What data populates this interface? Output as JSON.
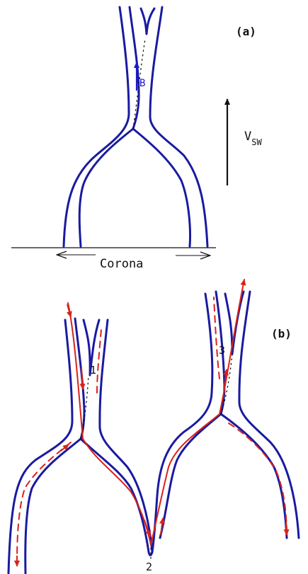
{
  "panel_a": {
    "label": "(a)",
    "field_label": "B",
    "velocity_label": "V",
    "velocity_subscript": "SW",
    "surface_label": "Corona"
  },
  "panel_b": {
    "label": "(b)",
    "points": [
      "1",
      "2",
      "3"
    ]
  },
  "colors": {
    "tube": "#1a1aa0",
    "field_arrow": "#1a1acc",
    "flow": "#d8231b",
    "ink": "#111111"
  }
}
